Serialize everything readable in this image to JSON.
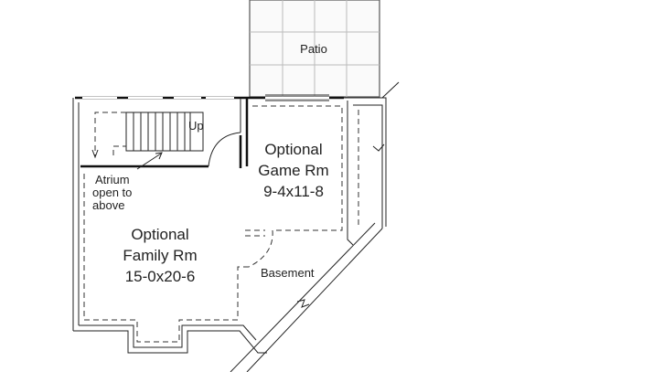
{
  "labels": {
    "patio": "Patio",
    "up": "Up",
    "atrium": [
      "Atrium",
      "open to",
      "above"
    ],
    "game_room": [
      "Optional",
      "Game Rm",
      "9-4x11-8"
    ],
    "family_room": [
      "Optional",
      "Family Rm",
      "15-0x20-6"
    ],
    "basement": "Basement"
  }
}
